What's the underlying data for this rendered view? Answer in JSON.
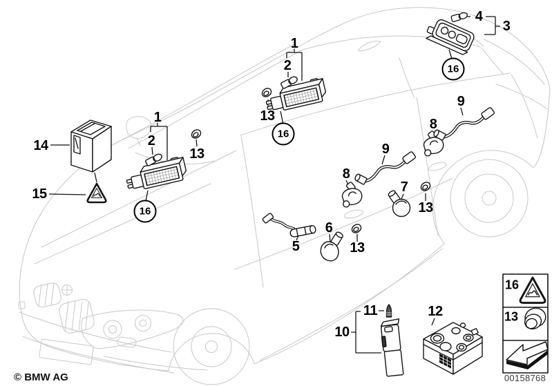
{
  "copyright": "© BMW AG",
  "diagram_number": "00158768",
  "callouts": {
    "reading_lamp_front": "1",
    "reading_lamp_front_bulb": "2",
    "reading_lamp_front_grommet": "13",
    "reading_lamp_front_note": "16",
    "reading_lamp_rear": "1",
    "reading_lamp_rear_bulb": "2",
    "reading_lamp_rear_grommet": "13",
    "reading_lamp_rear_note": "16",
    "roof_lamp": "3",
    "roof_lamp_bulb": "4",
    "roof_lamp_note": "16",
    "mirror_lamp": "5",
    "entry_lamp": "6",
    "round_lamp": "7",
    "door_lamp_front": "8",
    "door_lamp_rear": "8",
    "door_cable_front": "9",
    "door_cable_rear": "9",
    "torch": "10",
    "torch_bulb": "11",
    "spare_bulb_box": "12",
    "door_grommet": "13",
    "front_door_grommet": "13",
    "glovebox_lamp": "14",
    "warning_triangle": "15"
  },
  "legend": {
    "safety_note_number": "16",
    "grommet_number": "13"
  }
}
